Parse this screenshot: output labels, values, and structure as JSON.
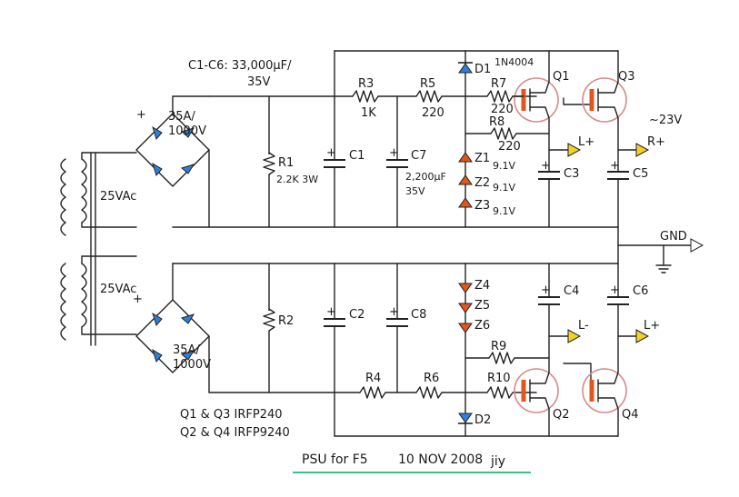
{
  "title": "PSU for F5",
  "date": "10 NOV 2008",
  "signature": "jiy",
  "notes": {
    "caps": "C1-C6: 33,000µF/",
    "caps_v": "35V",
    "voltage": "~23V",
    "fets1": "Q1 & Q3  IRFP240",
    "fets2": "Q2 & Q4  IRFP9240",
    "c7": "2,200µF",
    "c7v": "35V"
  },
  "transformer": {
    "top": "25VAc",
    "bottom": "25VAc"
  },
  "bridge": {
    "top_rating": "35A/",
    "top_rating2": "1000V",
    "bottom_rating": "35A/",
    "bottom_rating2": "1000V"
  },
  "parts": {
    "R1": "R1",
    "R1v": "2.2K 3W",
    "R2": "R2",
    "R3": "R3",
    "R3v": "1K",
    "R4": "R4",
    "R5": "R5",
    "R5v": "220",
    "R6": "R6",
    "R7": "R7",
    "R7v": "220",
    "R8": "R8",
    "R8v": "220",
    "R9": "R9",
    "R10": "R10",
    "C1": "C1",
    "C2": "C2",
    "C3": "C3",
    "C4": "C4",
    "C5": "C5",
    "C6": "C6",
    "C7": "C7",
    "C8": "C8",
    "D1": "D1",
    "D1v": "1N4004",
    "D2": "D2",
    "Z1": "Z1",
    "Z1v": "9.1V",
    "Z2": "Z2",
    "Z2v": "9.1V",
    "Z3": "Z3",
    "Z3v": "9.1V",
    "Z4": "Z4",
    "Z5": "Z5",
    "Z6": "Z6",
    "Q1": "Q1",
    "Q2": "Q2",
    "Q3": "Q3",
    "Q4": "Q4"
  },
  "outputs": {
    "lplus_top": "L+",
    "rplus": "R+",
    "gnd": "GND",
    "lminus": "L-",
    "lplus_bot": "L+"
  },
  "colors": {
    "diode_blue": "#2f7fd8",
    "zener_orange": "#e0561e",
    "fet_circle": "#d98888",
    "terminal_yellow": "#f2d22a",
    "underline": "#3cbf88"
  }
}
